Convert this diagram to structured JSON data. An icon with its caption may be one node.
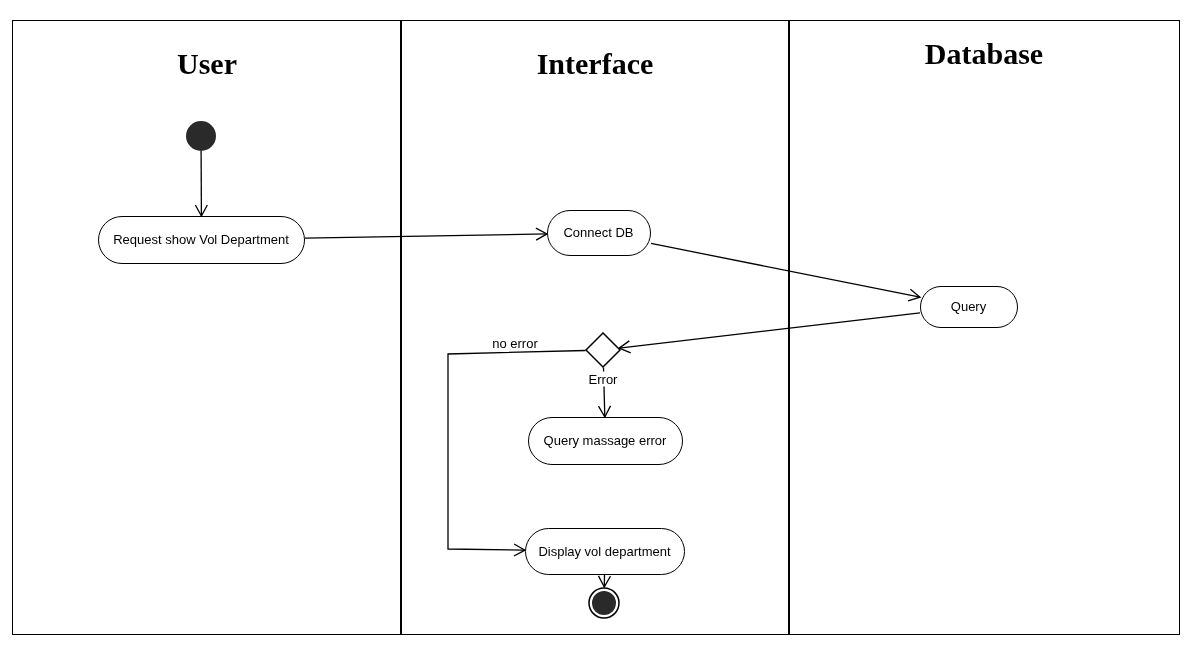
{
  "diagram": {
    "nodes": [
      {
        "text": [
          "User"
        ]
      },
      {
        "text": [
          "Interface"
        ]
      },
      {
        "text": [
          "Database"
        ]
      },
      {
        "text": [],
        "shape": "circle",
        "in": 0
      },
      {
        "text": [
          "Request show Vol Department"
        ],
        "in": 0
      },
      {
        "text": [
          "Connect DB"
        ],
        "in": 1
      },
      {
        "text": [
          "Query"
        ],
        "in": 2
      },
      {
        "text": [],
        "shape": "diamond",
        "in": 1
      },
      {
        "text": [
          "Query massage error"
        ],
        "in": 1
      },
      {
        "text": [
          "Display vol department"
        ],
        "in": 1
      },
      {
        "text": [],
        "shape": "circle",
        "in": 1
      }
    ],
    "edges": [
      {
        "from": 3,
        "to": 4,
        "arrow": "to"
      },
      {
        "from": 4,
        "to": 5,
        "arrow": "to"
      },
      {
        "from": 5,
        "to": 6,
        "arrow": "to"
      },
      {
        "from": 6,
        "to": 7,
        "arrow": "to"
      },
      {
        "from": 7,
        "to": 9,
        "arrow": "to",
        "label": "no error"
      },
      {
        "from": 7,
        "to": 8,
        "arrow": "to",
        "label": "Error"
      },
      {
        "from": 9,
        "to": 10,
        "arrow": "to"
      }
    ]
  }
}
